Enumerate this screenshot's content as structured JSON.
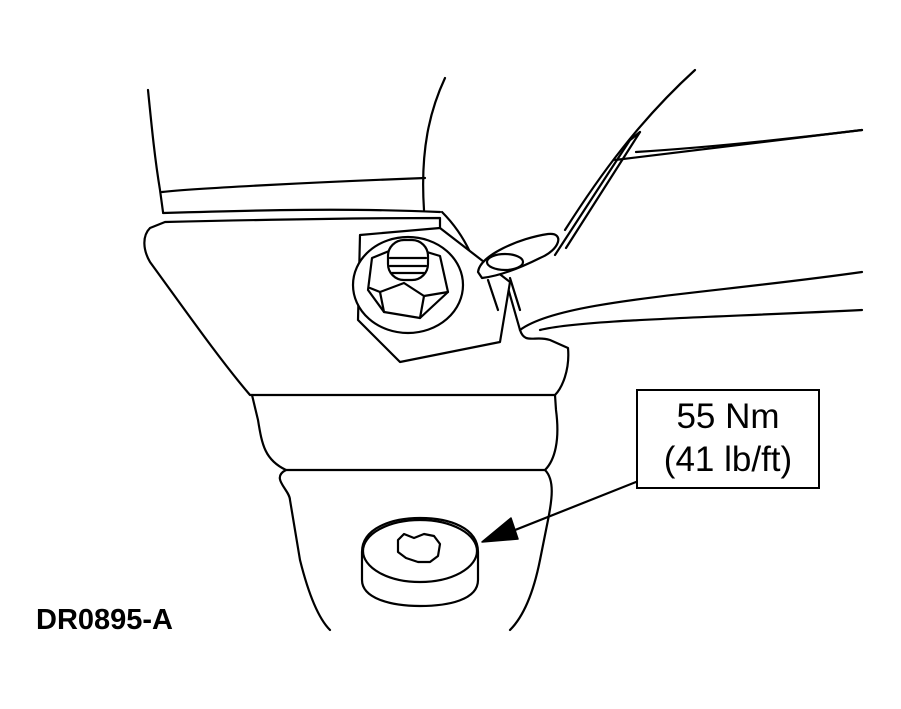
{
  "callout": {
    "torque_nm": "55 Nm",
    "torque_lbft": "(41 lb/ft)"
  },
  "figure_id": "DR0895-A",
  "colors": {
    "line": "#000000",
    "background": "#ffffff"
  }
}
